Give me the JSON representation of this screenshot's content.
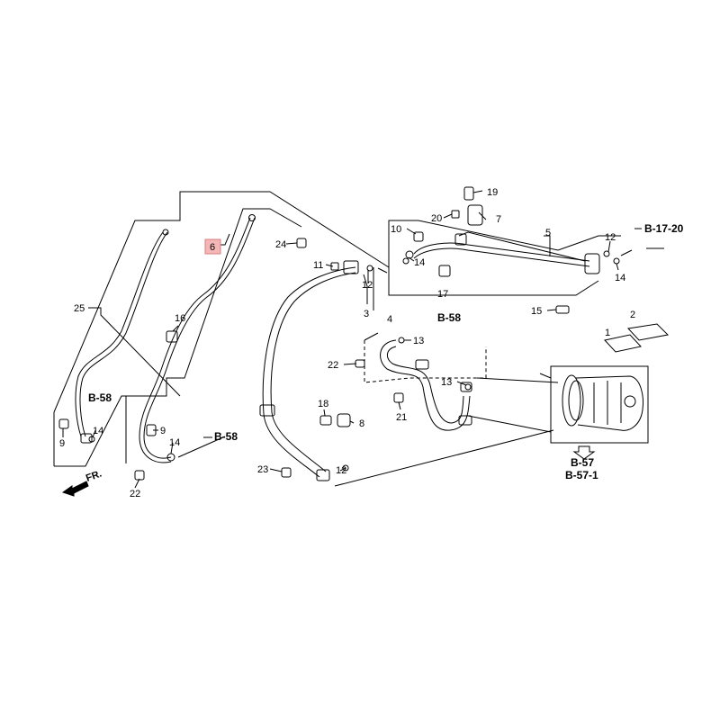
{
  "callouts": {
    "c1": "1",
    "c2": "2",
    "c3": "3",
    "c4": "4",
    "c5": "5",
    "c6": "6",
    "c7": "7",
    "c8": "8",
    "c9a": "9",
    "c9b": "9",
    "c10": "10",
    "c11": "11",
    "c12a": "12",
    "c12b": "12",
    "c12c": "12",
    "c13a": "13",
    "c13b": "13",
    "c14a": "14",
    "c14b": "14",
    "c14c": "14",
    "c14d": "14",
    "c15": "15",
    "c16": "16",
    "c17": "17",
    "c18": "18",
    "c19": "19",
    "c20": "20",
    "c21": "21",
    "c22a": "22",
    "c22b": "22",
    "c23": "23",
    "c24": "24",
    "c25": "25"
  },
  "refs": {
    "b17_20": "B-17-20",
    "b58_left": "B-58",
    "b58_mid": "B-58",
    "b58_top": "B-58",
    "b57": "B-57",
    "b57_1": "B-57-1"
  },
  "direction": {
    "label": "FR."
  },
  "highlight": {
    "part": "6",
    "color": "#f4b6b6"
  }
}
